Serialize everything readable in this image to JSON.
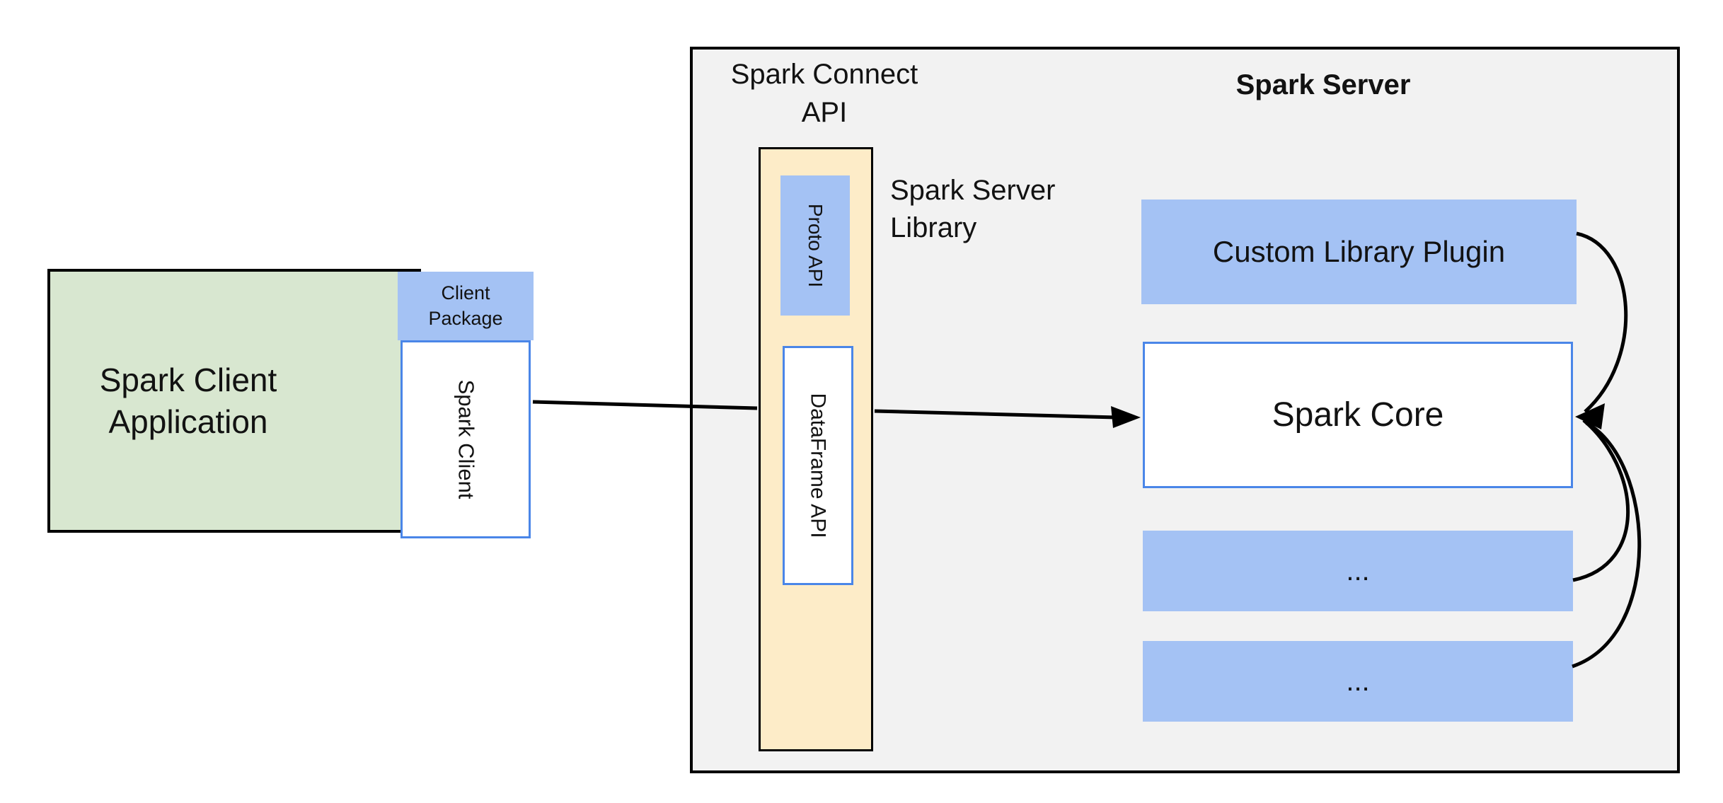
{
  "diagram": {
    "client": {
      "app_label": "Spark Client Application",
      "package_label": "Client Package",
      "client_label": "Spark Client"
    },
    "connect_api_label": "Spark Connect API",
    "server": {
      "title": "Spark Server",
      "library_label": "Spark Server Library",
      "proto_api_label": "Proto API",
      "dataframe_api_label": "DataFrame API",
      "plugin_label": "Custom Library Plugin",
      "core_label": "Spark Core",
      "ellipsis_1": "...",
      "ellipsis_2": "..."
    },
    "connections": [
      {
        "from": "spark-client",
        "to": "spark-core",
        "style": "straight-arrow"
      },
      {
        "from": "custom-library-plugin",
        "to": "spark-core",
        "style": "curved-arrow"
      },
      {
        "from": "ellipsis-box-1",
        "to": "spark-core",
        "style": "curved-arrow"
      },
      {
        "from": "ellipsis-box-2",
        "to": "spark-core",
        "style": "curved-arrow"
      }
    ],
    "colors": {
      "client_fill": "#d8e7d0",
      "accent_blue_fill": "#a4c2f4",
      "api_column_fill": "#fdecc8",
      "server_fill": "#f2f2f2",
      "blue_border": "#4a86e8",
      "line_color": "#000000"
    }
  }
}
